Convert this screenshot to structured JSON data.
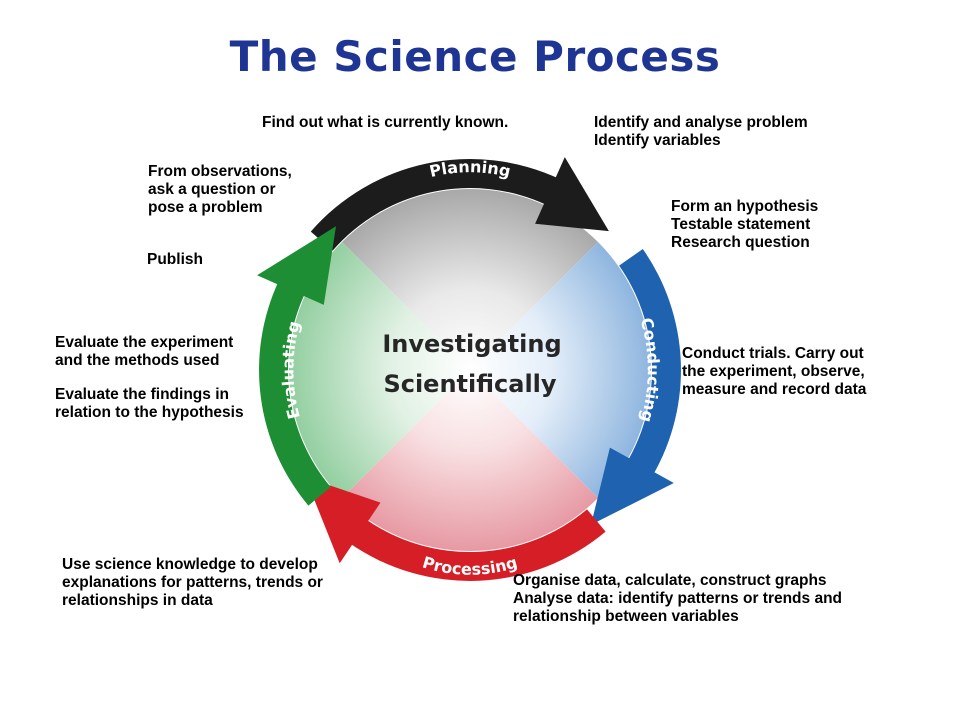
{
  "title": "The Science Process",
  "colors": {
    "title": "#1f3593",
    "planning": "#1c1c1c",
    "conducting": "#1f63b0",
    "processing": "#d61e26",
    "evaluating": "#1e8e34"
  },
  "center": {
    "line1": "Investigating",
    "line2": "Scientifically"
  },
  "stages": {
    "planning": "Planning",
    "conducting": "Conducting",
    "processing": "Processing",
    "evaluating": "Evaluating"
  },
  "notes": {
    "known": "Find out what is currently known.",
    "identify": "Identify and analyse problem\nIdentify variables",
    "hypothesis": "Form an hypothesis\nTestable statement\nResearch question",
    "conduct": "Conduct  trials. Carry out\nthe experiment, observe,\nmeasure and record data",
    "organise": "Organise data, calculate, construct graphs\n Analyse data: identify patterns or trends and\n relationship between variables",
    "explain": "Use science knowledge to develop\nexplanations for patterns, trends or\nrelationships in data",
    "evaluate_experiment": "Evaluate the experiment\nand the methods used",
    "evaluate_findings": "Evaluate the findings in\nrelation to the hypothesis",
    "publish": "Publish",
    "question": "From observations,\nask a question or\npose  a problem"
  }
}
